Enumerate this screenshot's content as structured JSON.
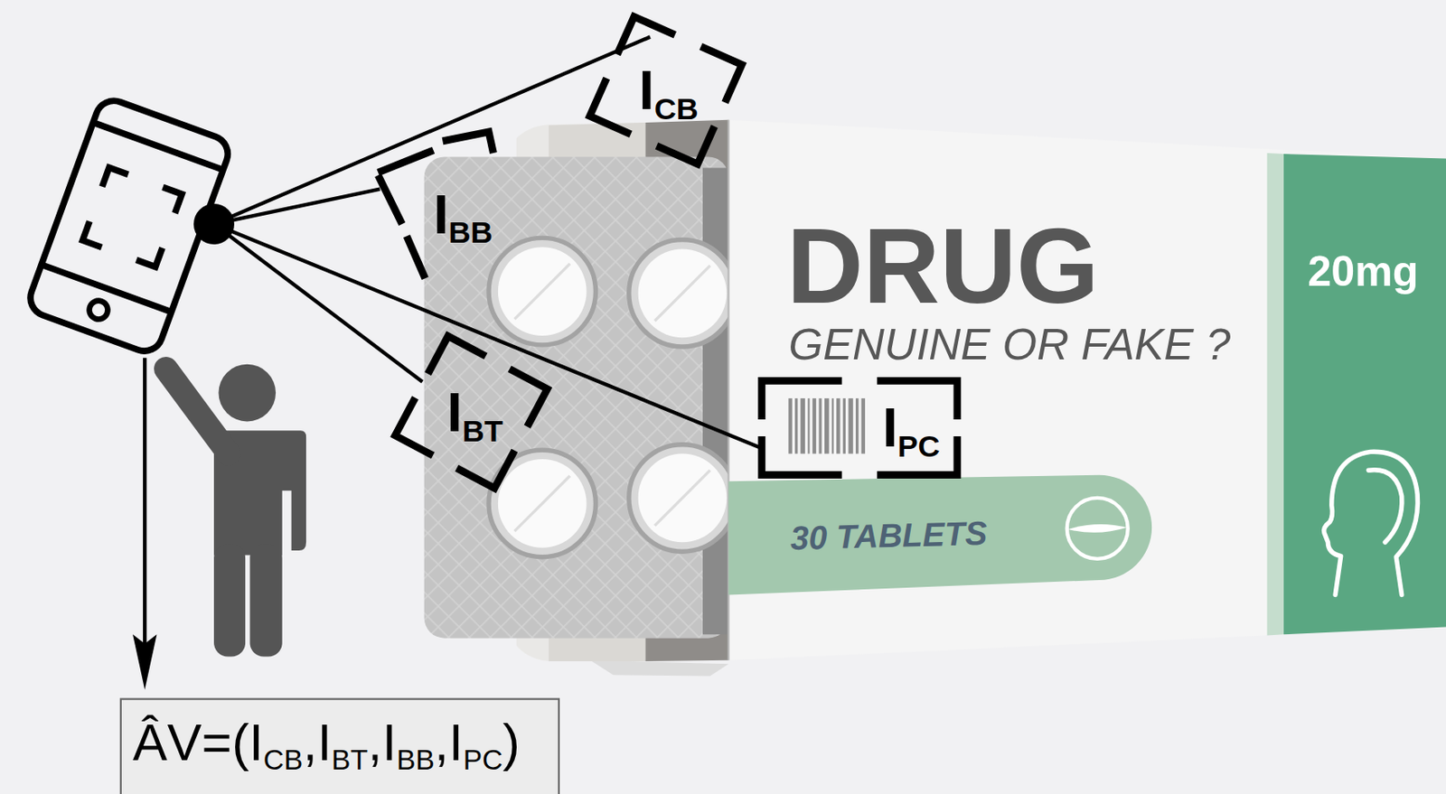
{
  "diagram": {
    "nodes": [
      {
        "text": [
          "ICB"
        ]
      },
      {
        "text": [
          "IBB"
        ]
      },
      {
        "text": [
          "IBT"
        ]
      },
      {
        "text": [
          "IPC"
        ]
      },
      {
        "text": [
          "ÂV=(ICB,IBT,IBB,IPC)"
        ]
      }
    ],
    "labels": [
      "DRUG",
      "20mg",
      "GENUINE OR FAKE ?",
      "30 TABLETS"
    ]
  }
}
